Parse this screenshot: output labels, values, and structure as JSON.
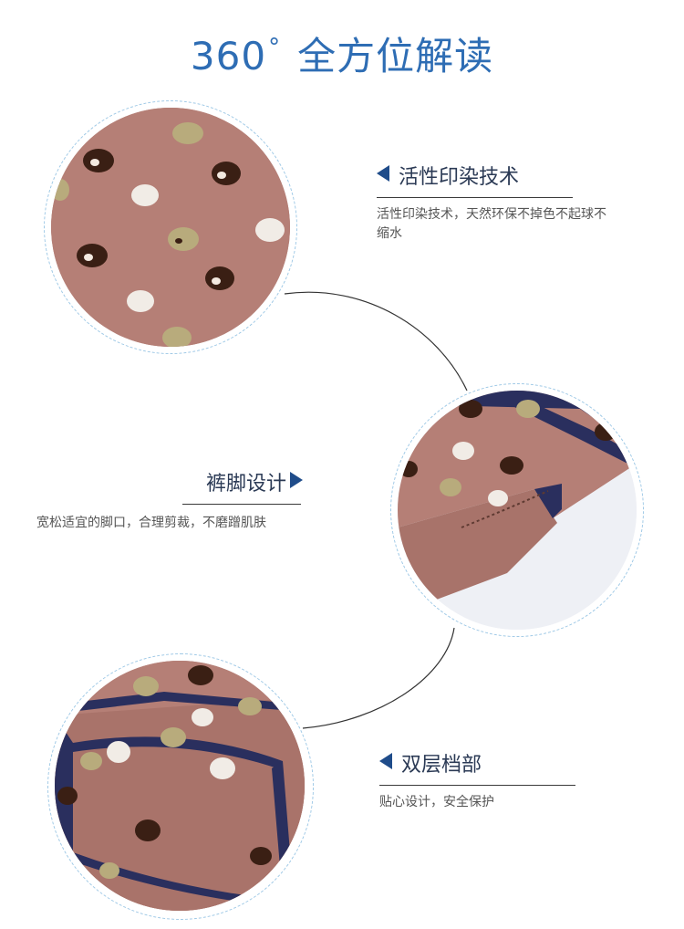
{
  "title": {
    "main": "360",
    "degree": "°",
    "rest": "全方位解读"
  },
  "features": [
    {
      "heading": "活性印染技术",
      "desc": "活性印染技术，天然环保不掉色不起球不缩水"
    },
    {
      "heading": "裤脚设计",
      "desc": "宽松适宜的脚口，合理剪裁，不磨蹭肌肤"
    },
    {
      "heading": "双层档部",
      "desc": "贴心设计，安全保护"
    }
  ],
  "images": [
    {
      "name": "fabric-print-closeup"
    },
    {
      "name": "leg-opening-closeup"
    },
    {
      "name": "double-layer-crotch-closeup"
    }
  ],
  "colors": {
    "accent": "#2e6db4",
    "arrow": "#1f4c8a",
    "fabric": "#b57f76",
    "waistband": "#2a2f5e",
    "ring": "#9fc9e6"
  }
}
